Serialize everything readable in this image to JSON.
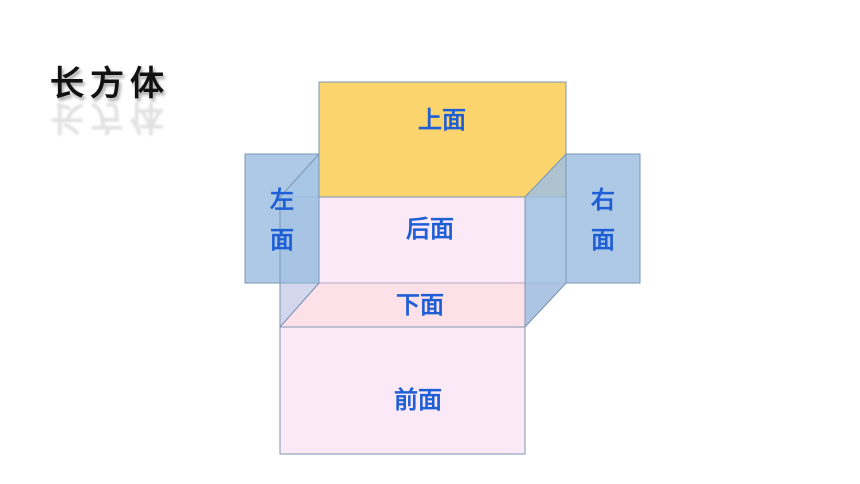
{
  "title": "长方体",
  "faces": {
    "top": "上面",
    "back": "后面",
    "bottom": "下面",
    "front": "前面",
    "left": [
      "左",
      "面"
    ],
    "right": [
      "右",
      "面"
    ]
  },
  "colors": {
    "top": "#fcd46e",
    "front": "#fbe9f7",
    "side": "#9fc0e2",
    "border": "#7a96b4",
    "label": "#1f5fd6"
  }
}
